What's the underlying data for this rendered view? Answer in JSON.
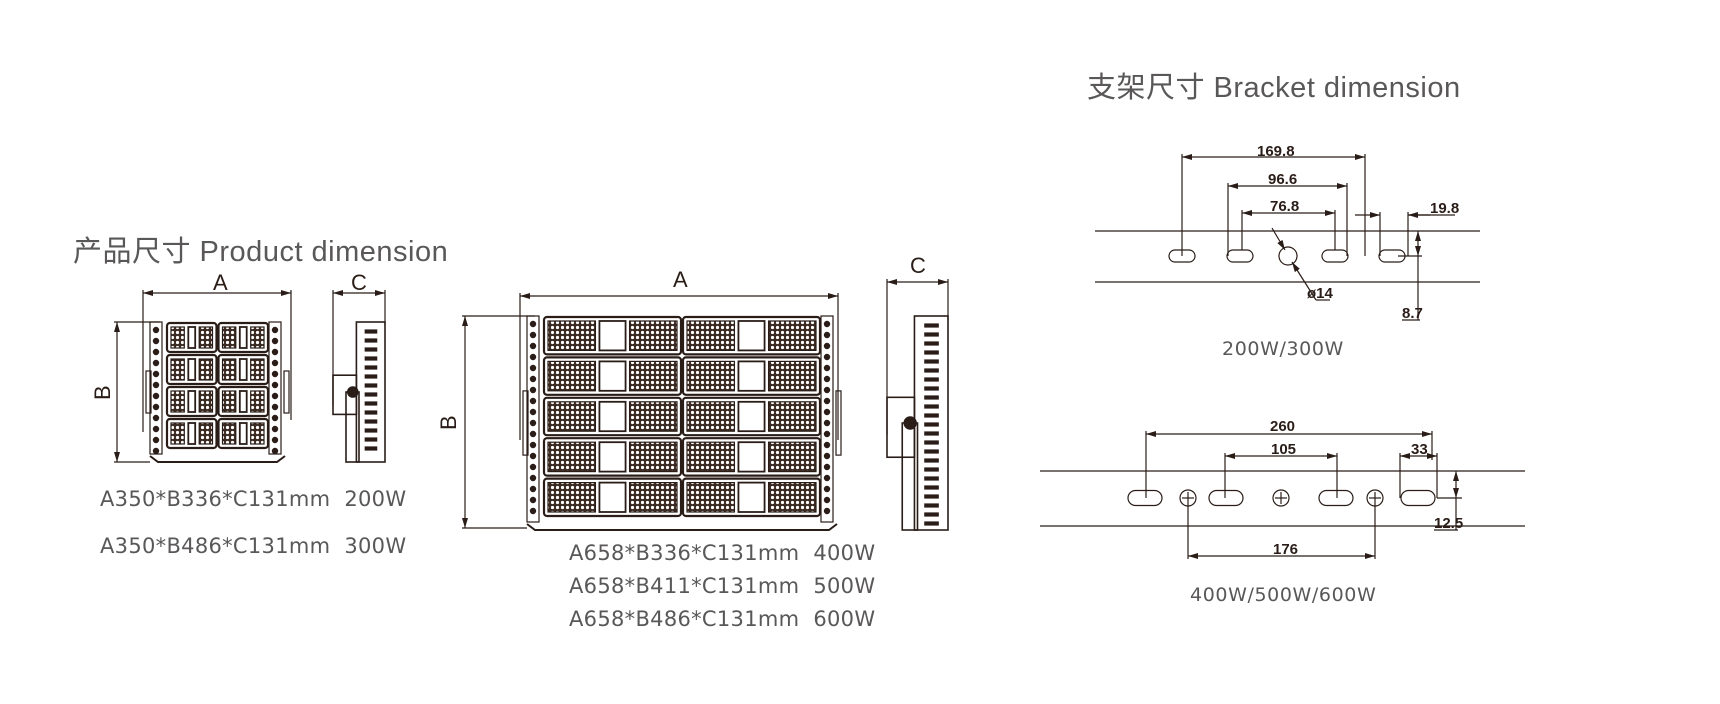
{
  "product_section": {
    "title": "产品尺寸 Product dimension",
    "dim_labels": {
      "a": "A",
      "b": "B",
      "c": "C"
    },
    "small_specs": [
      {
        "size": "A350*B336*C131mm",
        "power": "200W"
      },
      {
        "size": "A350*B486*C131mm",
        "power": "300W"
      }
    ],
    "large_specs": [
      {
        "size": "A658*B336*C131mm",
        "power": "400W"
      },
      {
        "size": "A658*B411*C131mm",
        "power": "500W"
      },
      {
        "size": "A658*B486*C131mm",
        "power": "600W"
      }
    ]
  },
  "bracket_section": {
    "title": "支架尺寸 Bracket dimension",
    "bracket_small": {
      "caption": "200W/300W",
      "dims": {
        "overall": "169.8",
        "outer": "96.6",
        "inner": "76.8",
        "slot": "19.8",
        "hole": "ø14",
        "offset": "8.7"
      }
    },
    "bracket_large": {
      "caption": "400W/500W/600W",
      "dims": {
        "overall": "260",
        "inner": "105",
        "slot": "33",
        "holes": "176",
        "offset": "12.5"
      }
    }
  },
  "colors": {
    "line": "#2a1d18",
    "text": "#595757"
  }
}
